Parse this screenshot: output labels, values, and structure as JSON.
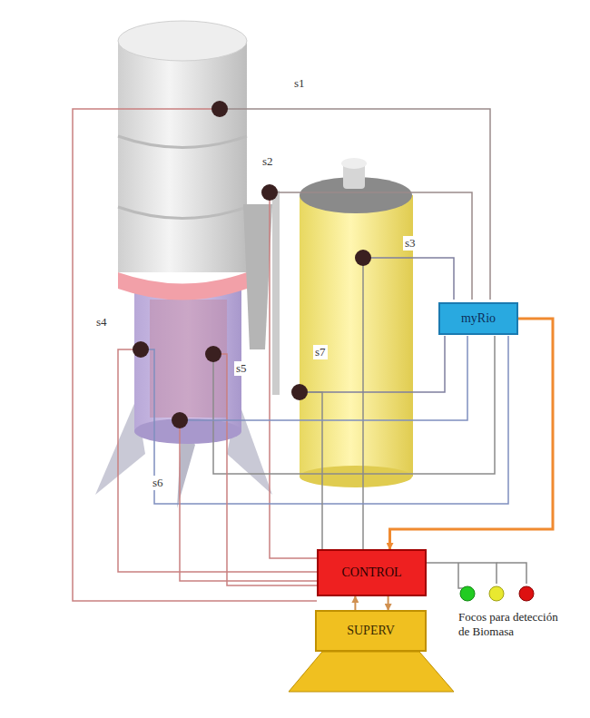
{
  "diagram": {
    "nodes": [
      {
        "text": [
          "myRio"
        ]
      },
      {
        "text": [
          "CONTROL"
        ]
      },
      {
        "text": [
          "SUPERV"
        ]
      }
    ],
    "edges": [
      {
        "from": 0,
        "to": 1,
        "arrow": "to"
      },
      {
        "from": 2,
        "to": 1,
        "arrow": "to"
      },
      {
        "from": 1,
        "to": 2,
        "arrow": "to"
      }
    ],
    "labels": [
      "s1",
      "s2",
      "s3",
      "s4",
      "s5",
      "s7",
      "s6",
      "Focos para detección de Biomasa"
    ]
  }
}
